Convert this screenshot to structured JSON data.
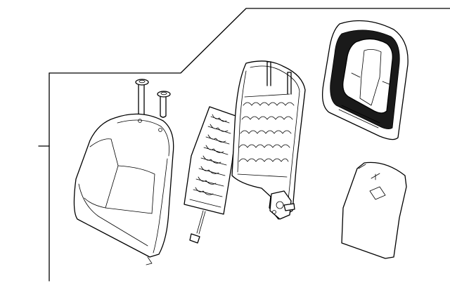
{
  "diagram": {
    "style": "exploded parts illustration",
    "line_color": "#000000",
    "background": "#ffffff",
    "parts": [
      {
        "id": "boundary-panel",
        "shape": "frame"
      },
      {
        "id": "headrest-guide",
        "shape": "pin",
        "count": 2
      },
      {
        "id": "seat-back-cover",
        "shape": "cushion"
      },
      {
        "id": "lumbar-support",
        "shape": "grid-panel"
      },
      {
        "id": "seat-back-frame",
        "shape": "frame"
      },
      {
        "id": "seat-back-pad",
        "shape": "foam"
      },
      {
        "id": "back-board",
        "shape": "panel"
      }
    ]
  }
}
